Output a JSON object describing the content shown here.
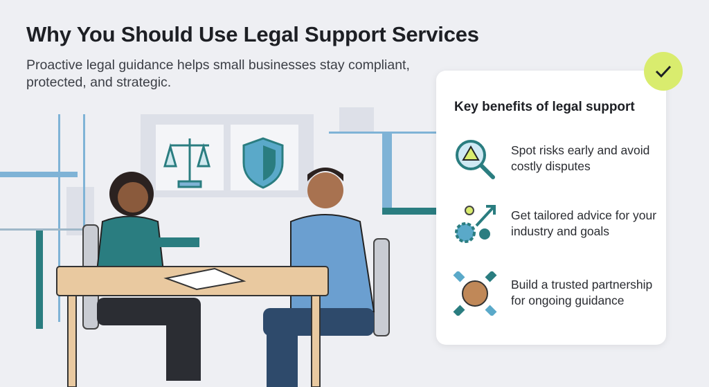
{
  "header": {
    "title": "Why You Should Use Legal Support Services",
    "subtitle": "Proactive legal guidance helps small businesses stay compliant, protected, and strategic."
  },
  "card": {
    "badge_icon": "checkmark-icon",
    "title": "Key benefits of legal support",
    "benefits": [
      {
        "icon": "magnifier-warning-icon",
        "text": "Spot risks early and avoid costly disputes"
      },
      {
        "icon": "gears-arrow-icon",
        "text": "Get tailored advice for your industry and goals"
      },
      {
        "icon": "handshake-icon",
        "text": "Build a trusted partnership for ongoing guidance"
      }
    ]
  },
  "colors": {
    "accent_teal": "#2a7d80",
    "accent_lime": "#d9ec6e",
    "light_blue": "#5aa9c9"
  }
}
